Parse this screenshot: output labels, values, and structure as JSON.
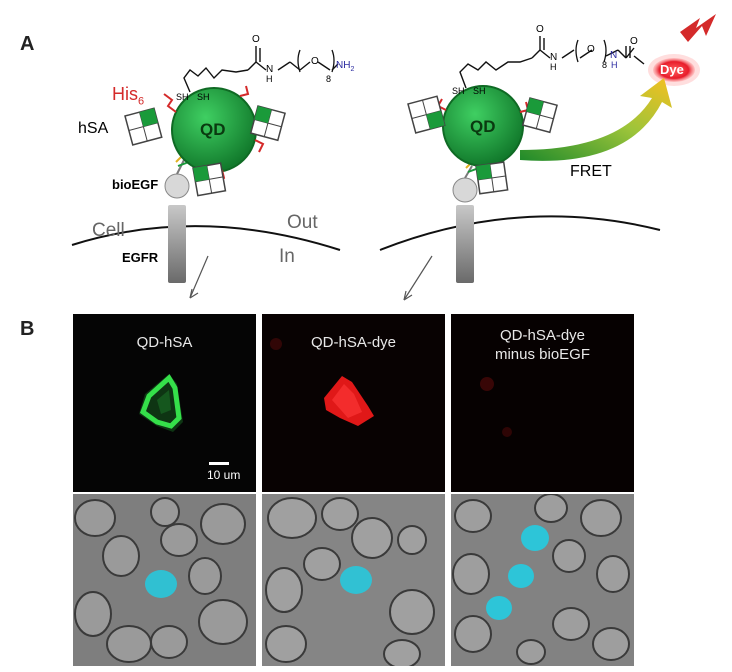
{
  "panel_a": {
    "letter": "A",
    "his_tag": "His",
    "his_sub": "6",
    "hsa": "hSA",
    "qd": "QD",
    "bioegf": "bioEGF",
    "cell": "Cell",
    "out": "Out",
    "in": "In",
    "egfr": "EGFR",
    "fret": "FRET",
    "dye": "Dye",
    "sh1": "SH",
    "sh2": "SH",
    "sub8": "8",
    "nh2": "NH",
    "nh2_sub": "2",
    "n": "N",
    "h": "H",
    "o": "O"
  },
  "panel_b": {
    "letter": "B",
    "captions": [
      "QD-hSA",
      "QD-hSA-dye",
      "QD-hSA-dye"
    ],
    "caption3_line2": "minus bioEGF",
    "scalebar": "10 um"
  },
  "colors": {
    "qd_green": "#1a9a3a",
    "his_red": "#d42a2a",
    "dye_red": "#e0202a",
    "cyan": "#28c8dc"
  }
}
